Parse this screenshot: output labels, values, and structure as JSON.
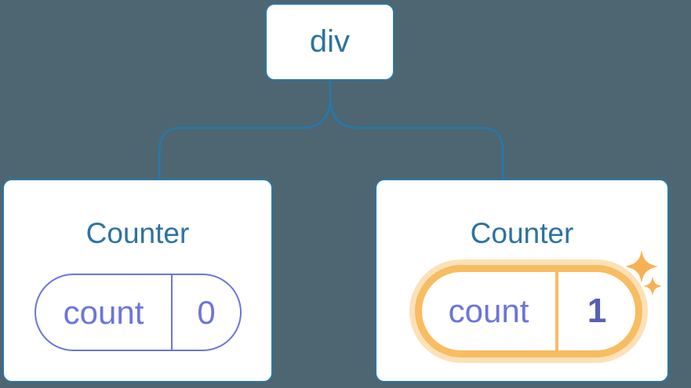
{
  "diagram": {
    "root": {
      "label": "div"
    },
    "nodes": [
      {
        "title": "Counter",
        "state_key": "count",
        "state_value": "0",
        "highlighted": false
      },
      {
        "title": "Counter",
        "state_key": "count",
        "state_value": "1",
        "highlighted": true
      }
    ]
  },
  "icons": {
    "sparkle_large": "four-pointed-star",
    "sparkle_small": "four-pointed-star"
  },
  "colors": {
    "background": "#4D6671",
    "card_background": "#FFFFFF",
    "line_blue": "#2B76A6",
    "text_blue": "#2E73A0",
    "state_purple": "#6B75DB",
    "state_value_purple": "#575FB7",
    "highlight_orange": "#F8BC61",
    "highlight_glow": "rgba(248,188,97,0.45)",
    "sparkle_orange": "#F7B155"
  }
}
